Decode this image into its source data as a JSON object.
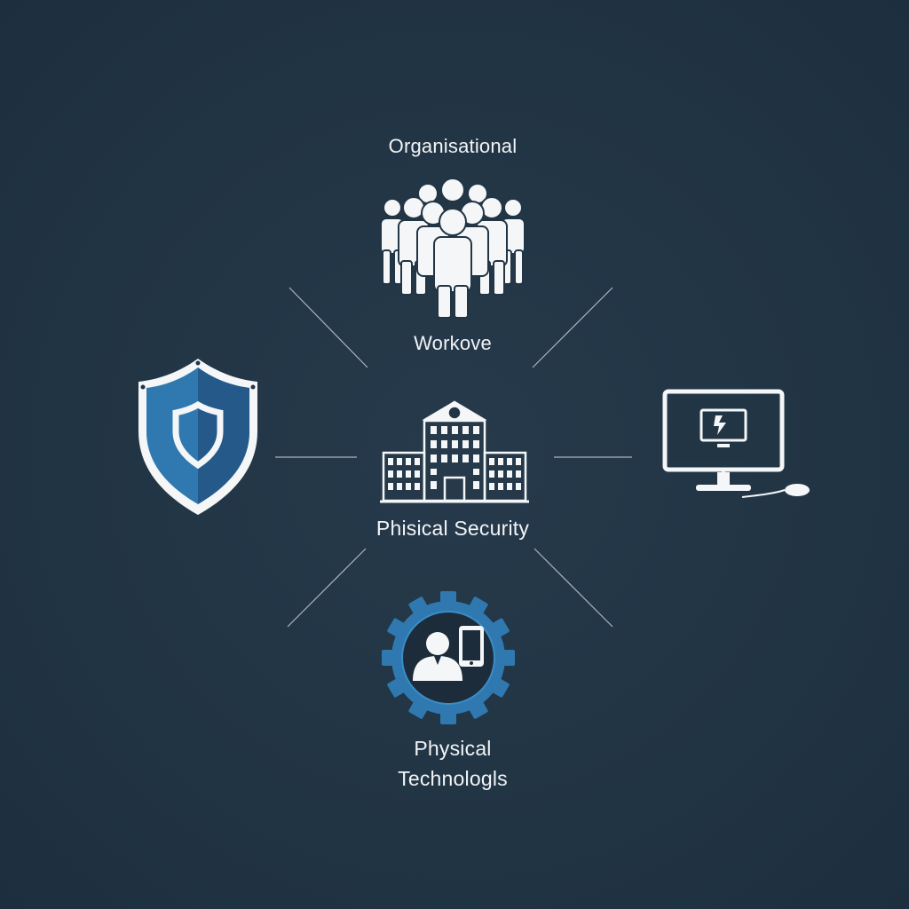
{
  "diagram": {
    "top_title": "Organisational",
    "workforce_label": "Workove",
    "center_label": "Phisical Security",
    "bottom_label_line1": "Physical",
    "bottom_label_line2": "Technologls"
  },
  "icons": {
    "top": "people-group-icon",
    "center": "building-icon",
    "left": "shield-icon",
    "right": "computer-monitor-icon",
    "bottom": "gear-person-device-icon"
  },
  "colors": {
    "background": "#223545",
    "accent_blue": "#2f79b0",
    "icon_white": "#f4f6f8",
    "connector": "#a9b6c2"
  }
}
